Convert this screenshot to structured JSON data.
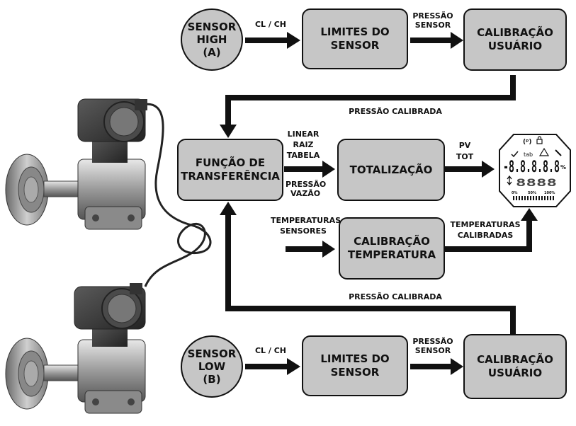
{
  "sensor_high": {
    "line1": "SENSOR",
    "line2": "HIGH",
    "line3": "(A)"
  },
  "sensor_low": {
    "line1": "SENSOR",
    "line2": "LOW",
    "line3": "(B)"
  },
  "cl_ch_top": "CL / CH",
  "cl_ch_bottom": "CL / CH",
  "limites_top": {
    "line1": "LIMITES DO",
    "line2": "SENSOR"
  },
  "limites_bottom": {
    "line1": "LIMITES DO",
    "line2": "SENSOR"
  },
  "pressao_sensor_top": {
    "line1": "PRESSÃO",
    "line2": "SENSOR"
  },
  "pressao_sensor_bottom": {
    "line1": "PRESSÃO",
    "line2": "SENSOR"
  },
  "calib_usuario_top": {
    "line1": "CALIBRAÇÃO",
    "line2": "USUÁRIO"
  },
  "calib_usuario_bottom": {
    "line1": "CALIBRAÇÃO",
    "line2": "USUÁRIO"
  },
  "pressao_calibrada_top": "PRESSÃO CALIBRADA",
  "pressao_calibrada_bottom": "PRESSÃO CALIBRADA",
  "funcao": {
    "line1": "FUNÇÃO DE",
    "line2": "TRANSFERÊNCIA"
  },
  "funcoes_tipos": {
    "line1": "LINEAR",
    "line2": "RAIZ",
    "line3": "TABELA"
  },
  "pressao_vazao": {
    "line1": "PRESSÃO",
    "line2": "VAZÃO"
  },
  "totalizacao": "TOTALIZAÇÃO",
  "pv_tot": {
    "line1": "PV",
    "line2": "TOT"
  },
  "temperaturas_sensores": {
    "line1": "TEMPERATURAS",
    "line2": "SENSORES"
  },
  "calib_temperatura": {
    "line1": "CALIBRAÇÃO",
    "line2": "TEMPERATURA"
  },
  "temperaturas_calibradas": {
    "line1": "TEMPERATURAS",
    "line2": "CALIBRADAS"
  },
  "lcd": {
    "main_digits": "-8.8.8.8.8",
    "percent_sign": "%",
    "sub_digits": "8888",
    "tab_label": "tab",
    "scale_0": "0%",
    "scale_50": "50%",
    "scale_100": "100%"
  }
}
